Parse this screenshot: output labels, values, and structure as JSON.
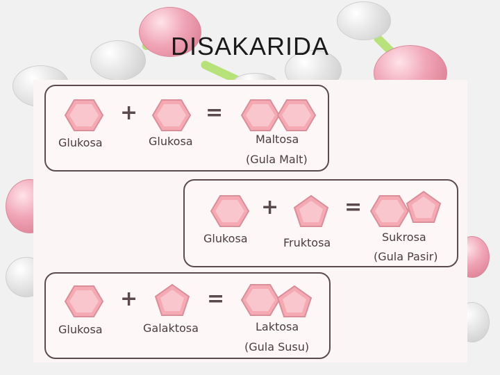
{
  "title": "DISAKARIDA",
  "colors": {
    "hex_fill": "#f4a9b3",
    "hex_inner": "#fbd3d8",
    "stroke": "#d98e99",
    "box_border": "#5a4a4e",
    "panel_bg": "#fcf5f6"
  },
  "reactions": [
    {
      "reactant1": {
        "label": "Glukosa",
        "shape": "hexagon"
      },
      "plus": "+",
      "reactant2": {
        "label": "Glukosa",
        "shape": "hexagon"
      },
      "equals": "=",
      "product": {
        "label": "Maltosa",
        "alias": "(Gula Malt)",
        "shapes": [
          "hexagon",
          "hexagon"
        ]
      }
    },
    {
      "reactant1": {
        "label": "Glukosa",
        "shape": "hexagon"
      },
      "plus": "+",
      "reactant2": {
        "label": "Fruktosa",
        "shape": "pentagon"
      },
      "equals": "=",
      "product": {
        "label": "Sukrosa",
        "alias": "(Gula Pasir)",
        "shapes": [
          "hexagon",
          "pentagon"
        ]
      }
    },
    {
      "reactant1": {
        "label": "Glukosa",
        "shape": "hexagon"
      },
      "plus": "+",
      "reactant2": {
        "label": "Galaktosa",
        "shape": "pentagon"
      },
      "equals": "=",
      "product": {
        "label": "Laktosa",
        "alias": "(Gula Susu)",
        "shapes": [
          "hexagon",
          "pentagon"
        ]
      }
    }
  ]
}
